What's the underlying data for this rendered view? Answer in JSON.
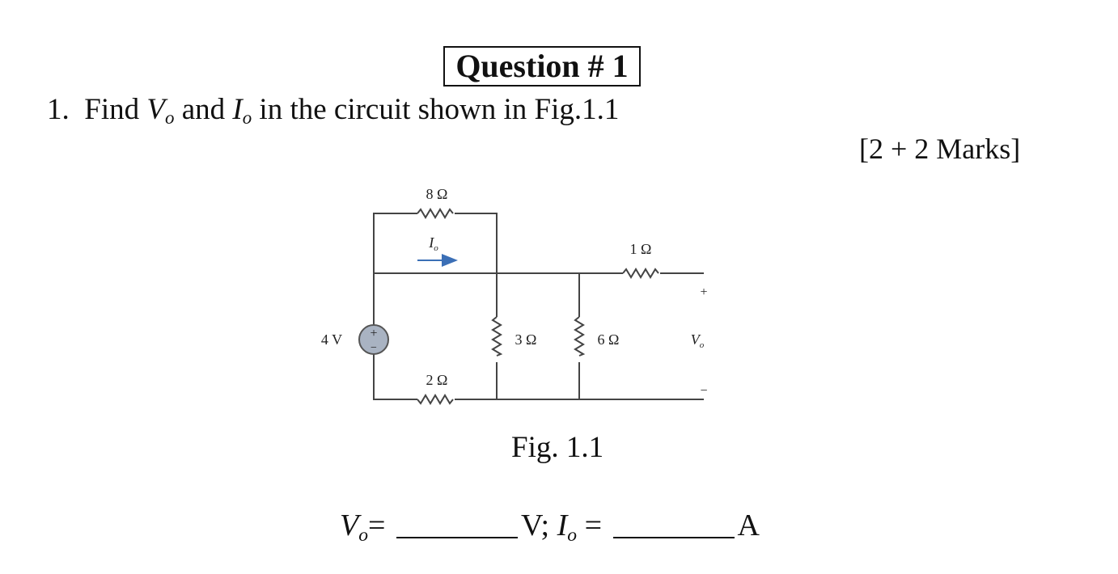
{
  "header": {
    "title": "Question # 1"
  },
  "question": {
    "number": "1.",
    "find_word": "Find",
    "var_v": "V",
    "var_v_sub": "o",
    "and_word": "and",
    "var_i": "I",
    "var_i_sub": "o",
    "rest": "in the circuit shown in Fig.1.1",
    "marks": "[2 + 2 Marks]"
  },
  "figure": {
    "caption": "Fig. 1.1",
    "source_label": "4 V",
    "source_plus": "+",
    "source_minus": "−",
    "r_top": "8 Ω",
    "r_bottom": "2 Ω",
    "r_mid1": "3 Ω",
    "r_mid2": "6 Ω",
    "r_right": "1 Ω",
    "current_label": "I",
    "current_sub": "o",
    "out_plus": "+",
    "out_minus": "−",
    "out_label": "V",
    "out_sub": "o"
  },
  "answer": {
    "v_var": "V",
    "v_sub": "o",
    "eq1": "=",
    "v_unit": "V;",
    "i_var": "I",
    "i_sub": "o",
    "eq2": "=",
    "i_unit": "A"
  },
  "colors": {
    "arrow": "#3b6fb6",
    "source_fill": "#a9b3c2"
  }
}
